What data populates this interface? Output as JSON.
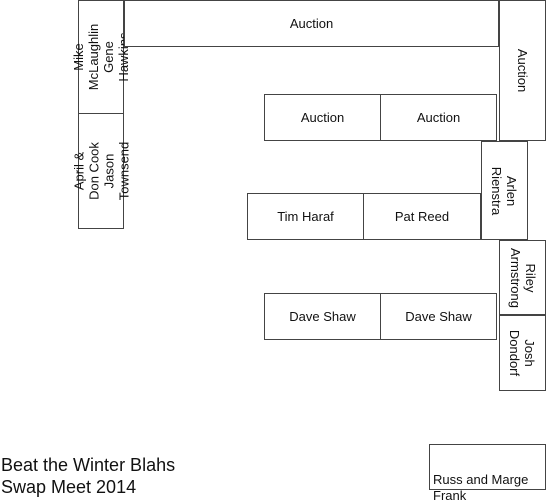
{
  "title": "Beat the Winter Blahs\nSwap Meet 2014",
  "booths": {
    "auction_top": "Auction",
    "auction_right": "Auction",
    "auction_mid_left": "Auction",
    "auction_mid_right": "Auction",
    "mike_gene": "Mike McLaughlin\nGene Hawkins",
    "april_jason": "April & Don Cook\nJason Townsend",
    "arlen": "Arlen\nRienstra",
    "tim": "Tim Haraf",
    "pat": "Pat Reed",
    "riley": "Riley\nArmstrong",
    "dave_left": "Dave Shaw",
    "dave_right": "Dave Shaw",
    "josh": "Josh\nDondorf",
    "russ_marge": "Russ and Marge\nFrank"
  }
}
